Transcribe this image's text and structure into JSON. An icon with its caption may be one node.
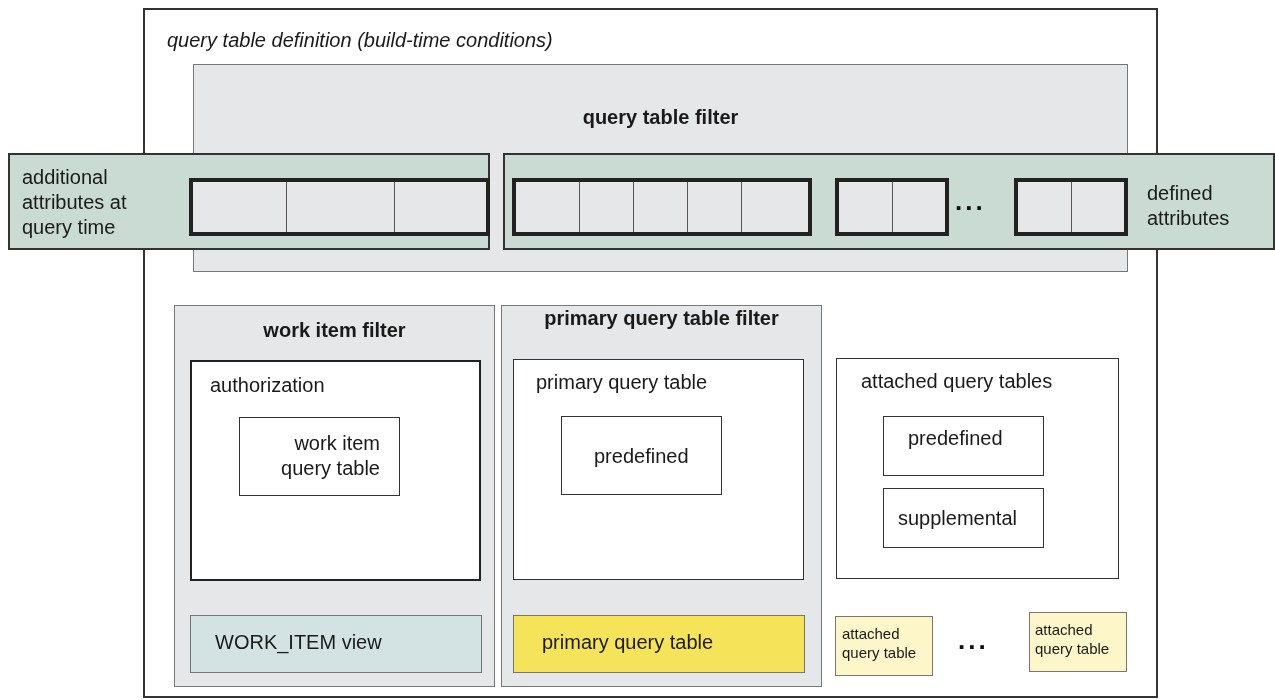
{
  "diagram": {
    "nodes": [
      {
        "text": [
          "query table definition (build-time conditions)"
        ]
      },
      {
        "text": [
          "query table filter"
        ],
        "in": 0
      },
      {
        "text": [
          "additional attributes at query time"
        ]
      },
      {
        "text": [
          "defined attributes"
        ]
      },
      {
        "text": [
          "work item filter"
        ],
        "in": 0
      },
      {
        "text": [
          "authorization"
        ],
        "in": 4
      },
      {
        "text": [
          "work item query table"
        ],
        "in": 5
      },
      {
        "text": [
          "WORK_ITEM view"
        ],
        "in": 4
      },
      {
        "text": [
          "primary query table filter"
        ],
        "in": 0
      },
      {
        "text": [
          "primary query table"
        ],
        "in": 8
      },
      {
        "text": [
          "predefined"
        ],
        "in": 9
      },
      {
        "text": [
          "primary query table"
        ],
        "in": 8
      },
      {
        "text": [
          "attached query tables"
        ],
        "in": 0
      },
      {
        "text": [
          "predefined"
        ],
        "in": 12
      },
      {
        "text": [
          "supplemental"
        ],
        "in": 12
      },
      {
        "text": [
          "attached query table"
        ],
        "in": 0
      },
      {
        "text": [
          "attached query table"
        ],
        "in": 0
      }
    ],
    "labels": [
      "...",
      "..."
    ]
  }
}
